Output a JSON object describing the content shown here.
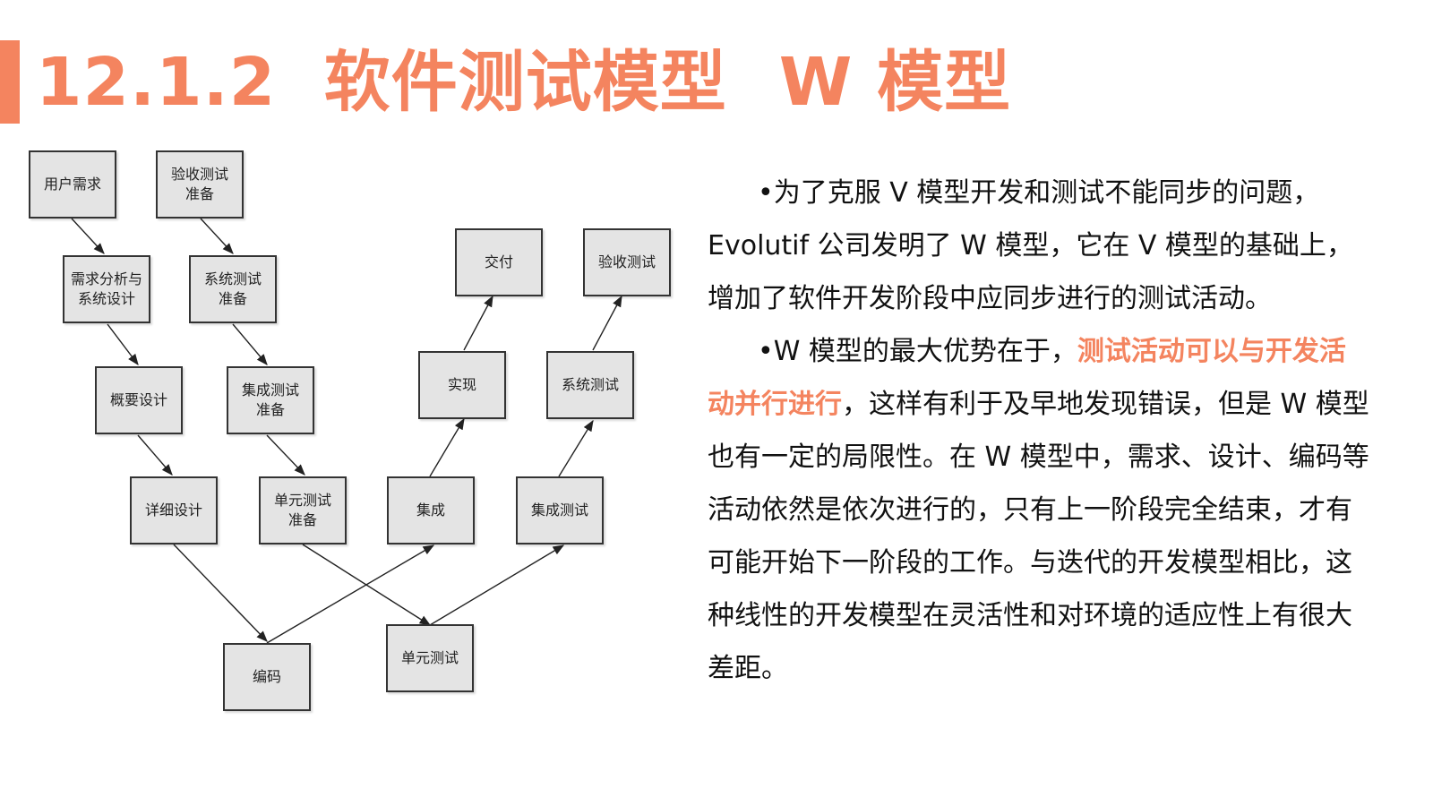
{
  "title": {
    "number": "12.1.2",
    "main": "软件测试模型",
    "sub": "W 模型"
  },
  "diagram": {
    "boxes": {
      "user_req": "用户需求",
      "acceptance_prep": "验收测试\n准备",
      "req_analysis": "需求分析与\n系统设计",
      "system_test_prep": "系统测试\n准备",
      "delivery": "交付",
      "acceptance_test": "验收测试",
      "overview_design": "概要设计",
      "integration_test_prep": "集成测试\n准备",
      "implementation": "实现",
      "system_test": "系统测试",
      "detailed_design": "详细设计",
      "unit_test_prep": "单元测试\n准备",
      "integration": "集成",
      "integration_test": "集成测试",
      "coding": "编码",
      "unit_test": "单元测试"
    }
  },
  "paragraphs": {
    "p1": "•为了克服 V 模型开发和测试不能同步的问题，Evolutif 公司发明了 W 模型，它在 V 模型的基础上，增加了软件开发阶段中应同步进行的测试活动。",
    "p2_before": "•W 模型的最大优势在于，",
    "p2_highlight": "测试活动可以与开发活动并行进行",
    "p2_after": "，这样有利于及早地发现错误，但是 W 模型也有一定的局限性。在 W 模型中，需求、设计、编码等活动依然是依次进行的，只有上一阶段完全结束，才有可能开始下一阶段的工作。与迭代的开发模型相比，这种线性的开发模型在灵活性和对环境的适应性上有很大差距。"
  },
  "colors": {
    "accent": "#F4845F",
    "box_fill": "#E4E4E4",
    "box_border": "#333333",
    "text": "#111111"
  }
}
